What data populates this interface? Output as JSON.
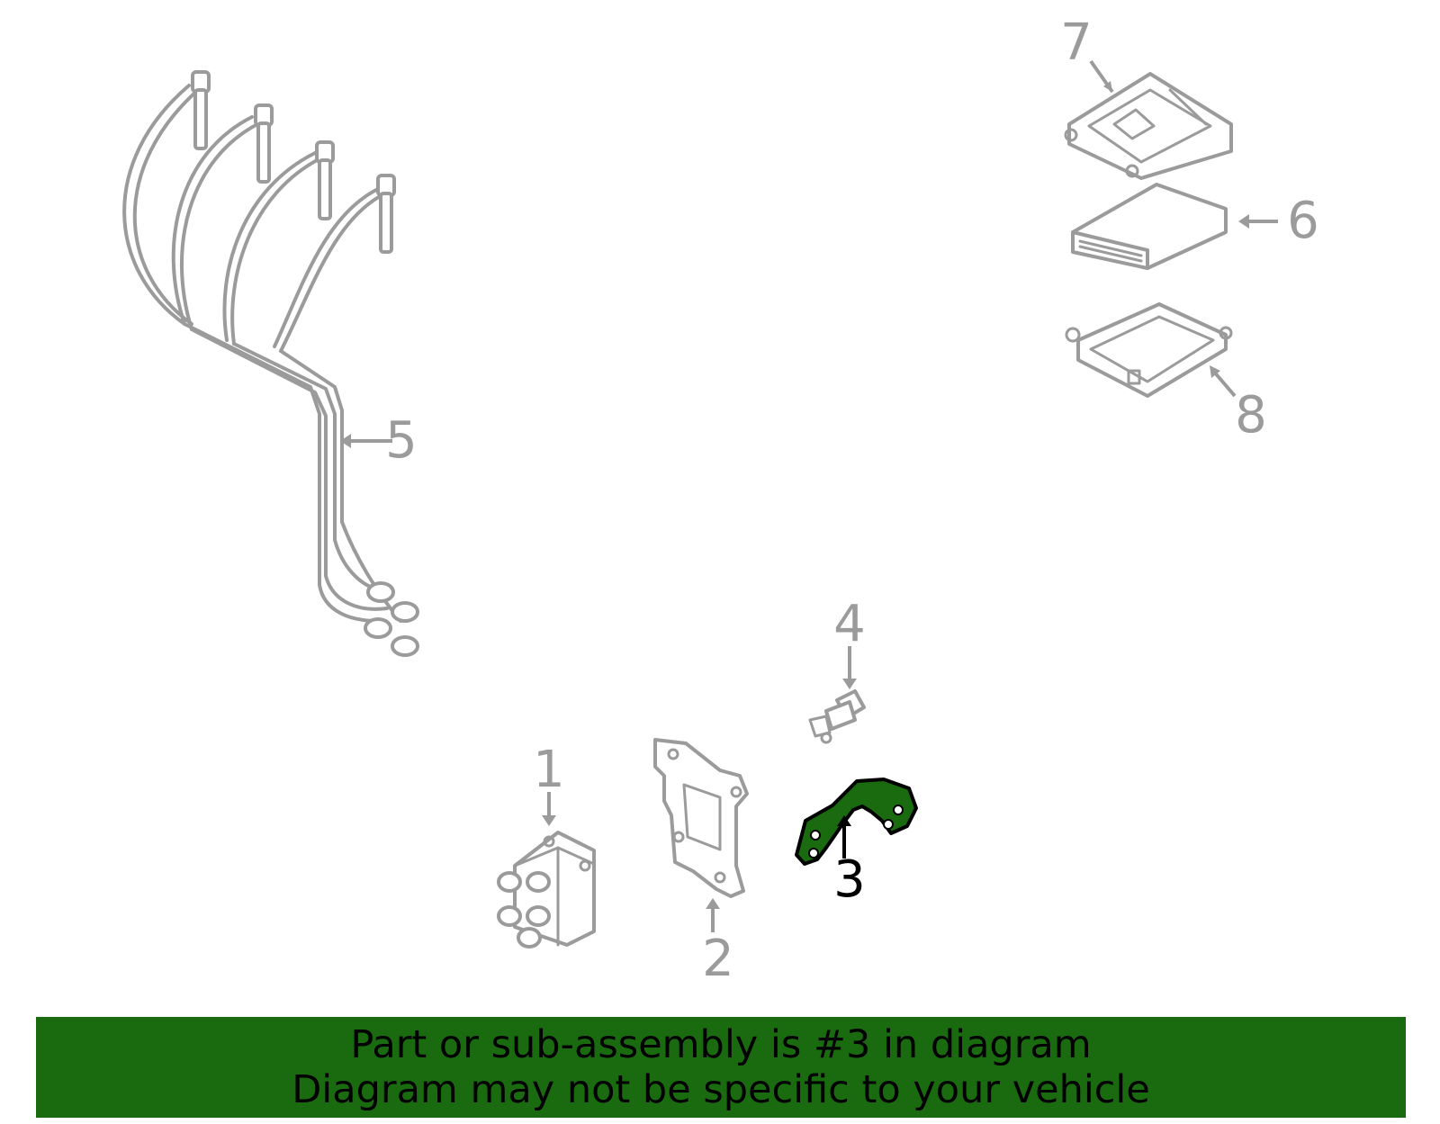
{
  "diagram": {
    "callouts": [
      {
        "id": "1",
        "label": "1",
        "highlighted": false
      },
      {
        "id": "2",
        "label": "2",
        "highlighted": false
      },
      {
        "id": "3",
        "label": "3",
        "highlighted": true
      },
      {
        "id": "4",
        "label": "4",
        "highlighted": false
      },
      {
        "id": "5",
        "label": "5",
        "highlighted": false
      },
      {
        "id": "6",
        "label": "6",
        "highlighted": false
      },
      {
        "id": "7",
        "label": "7",
        "highlighted": false
      },
      {
        "id": "8",
        "label": "8",
        "highlighted": false
      }
    ],
    "colors": {
      "part_line": "#9b9b9b",
      "highlight_fill": "#1a6b10",
      "highlight_label": "#000000",
      "banner_background": "#1a6b10",
      "banner_text": "#000000"
    }
  },
  "banner": {
    "line1": "Part or sub-assembly is #3 in diagram",
    "line2": "Diagram may not be specific to your vehicle"
  }
}
